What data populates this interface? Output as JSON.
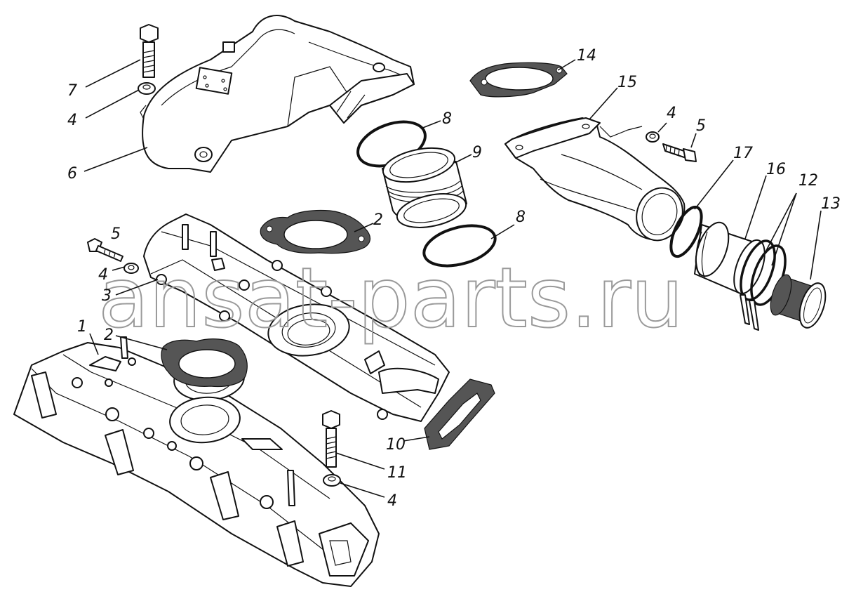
{
  "diagram": {
    "callouts": [
      {
        "id": "c7",
        "text": "7"
      },
      {
        "id": "c4a",
        "text": "4"
      },
      {
        "id": "c6",
        "text": "6"
      },
      {
        "id": "c14",
        "text": "14"
      },
      {
        "id": "c8a",
        "text": "8"
      },
      {
        "id": "c9",
        "text": "9"
      },
      {
        "id": "c15",
        "text": "15"
      },
      {
        "id": "c4b",
        "text": "4"
      },
      {
        "id": "c5a",
        "text": "5"
      },
      {
        "id": "c17",
        "text": "17"
      },
      {
        "id": "c16",
        "text": "16"
      },
      {
        "id": "c12",
        "text": "12"
      },
      {
        "id": "c13",
        "text": "13"
      },
      {
        "id": "c2a",
        "text": "2"
      },
      {
        "id": "c8b",
        "text": "8"
      },
      {
        "id": "c5b",
        "text": "5"
      },
      {
        "id": "c4c",
        "text": "4"
      },
      {
        "id": "c3",
        "text": "3"
      },
      {
        "id": "c1",
        "text": "1"
      },
      {
        "id": "c2b",
        "text": "2"
      },
      {
        "id": "c10",
        "text": "10"
      },
      {
        "id": "c11",
        "text": "11"
      },
      {
        "id": "c4d",
        "text": "4"
      }
    ],
    "watermark": "ansat-parts.ru"
  }
}
